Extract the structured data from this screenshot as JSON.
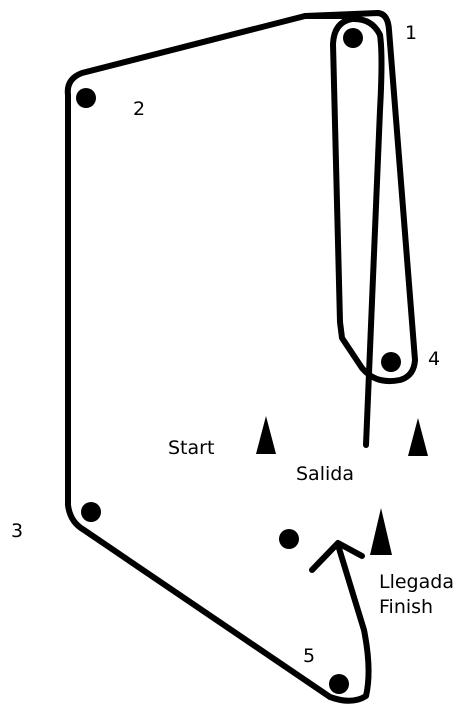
{
  "marks": [
    {
      "id": "1",
      "label": "1"
    },
    {
      "id": "2",
      "label": "2"
    },
    {
      "id": "3",
      "label": "3"
    },
    {
      "id": "4",
      "label": "4"
    },
    {
      "id": "5",
      "label": "5"
    }
  ],
  "start_line": {
    "en": "Start",
    "es": "Salida"
  },
  "finish_line": {
    "es": "Llegada",
    "en": "Finish"
  },
  "colors": {
    "ink": "#000000",
    "background": "#ffffff"
  }
}
